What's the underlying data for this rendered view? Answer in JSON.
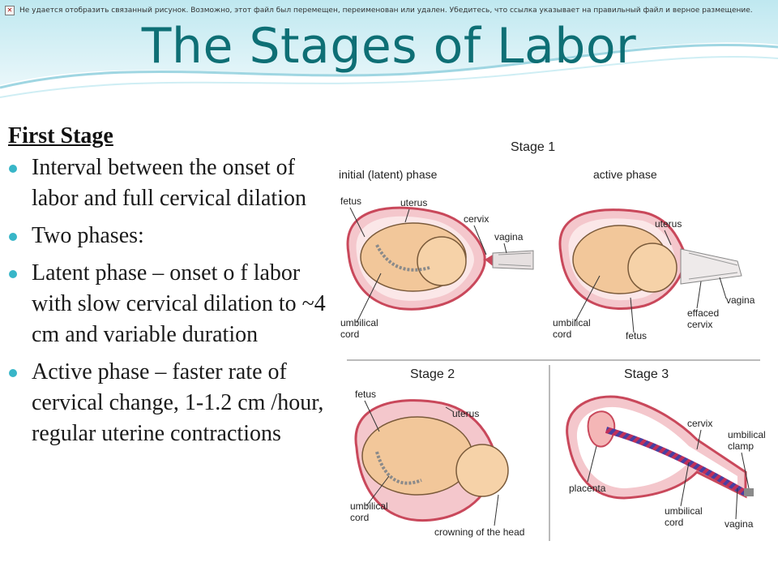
{
  "broken_image": {
    "icon": "broken-image-icon",
    "message": "Не удается отобразить связанный рисунок. Возможно, этот файл был перемещен, переименован или удален. Убедитесь, что ссылка указывает на правильный файл и верное размещение."
  },
  "slide": {
    "title": "The Stages of Labor",
    "section_heading": "First Stage",
    "bullets": [
      "Interval between the onset of labor and full cervical dilation",
      "Two phases:",
      "Latent phase – onset o f labor with slow cervical dilation to ~4 cm and variable duration",
      "Active phase – faster rate of cervical change, 1-1.2 cm /hour, regular uterine contractions"
    ],
    "bullet_color": "#38b6c8",
    "title_color": "#0e6f75"
  },
  "diagram": {
    "stage1_title": "Stage 1",
    "stage2_title": "Stage 2",
    "stage3_title": "Stage 3",
    "latent_phase": "initial (latent) phase",
    "active_phase": "active phase",
    "labels": {
      "fetus": "fetus",
      "uterus": "uterus",
      "cervix": "cervix",
      "vagina": "vagina",
      "umbilical": "umbilical",
      "cord": "cord",
      "effaced": "effaced",
      "placenta": "placenta",
      "clamp": "clamp",
      "crowning": "crowning of the head"
    }
  }
}
